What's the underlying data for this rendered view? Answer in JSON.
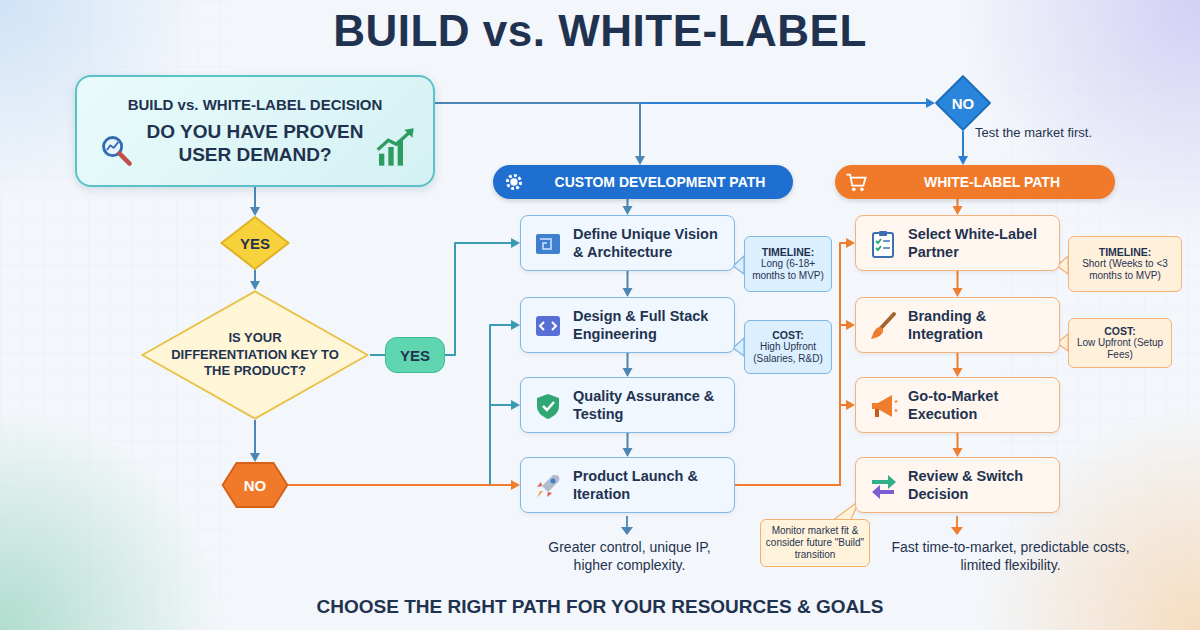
{
  "diagram": {
    "title": "BUILD vs. WHITE-LABEL",
    "caption": "CHOOSE THE RIGHT PATH FOR YOUR RESOURCES & GOALS",
    "nodes": [
      {
        "text": [
          "BUILD vs. WHITE-LABEL DECISION",
          "DO YOU HAVE PROVEN USER DEMAND?"
        ]
      },
      {
        "text": [
          "NO"
        ]
      },
      {
        "text": [
          "CUSTOM DEVELOPMENT PATH"
        ]
      },
      {
        "text": [
          "WHITE-LABEL PATH"
        ]
      },
      {
        "text": [
          "YES"
        ]
      },
      {
        "text": [
          "Define Unique Vision & Architecture"
        ]
      },
      {
        "text": [
          "TIMELINE:",
          "Long (6-18+ months to MVP)"
        ]
      },
      {
        "text": [
          "Select White-Label Partner"
        ]
      },
      {
        "text": [
          "TIMELINE:",
          "Short (Weeks to <3 months to MVP)"
        ]
      },
      {
        "text": [
          "IS YOUR DIFFERENTIATION KEY TO THE PRODUCT?"
        ]
      },
      {
        "text": [
          "YES"
        ]
      },
      {
        "text": [
          "Design & Full Stack Engineering"
        ]
      },
      {
        "text": [
          "COST:",
          "High Upfront (Salaries, R&D)"
        ]
      },
      {
        "text": [
          "Branding & Integration"
        ]
      },
      {
        "text": [
          "COST:",
          "Low Upfront (Setup Fees)"
        ]
      },
      {
        "text": [
          "Quality Assurance & Testing"
        ]
      },
      {
        "text": [
          "Go-to-Market Execution"
        ]
      },
      {
        "text": [
          "NO"
        ]
      },
      {
        "text": [
          "Product Launch & Iteration"
        ]
      },
      {
        "text": [
          "Review & Switch Decision"
        ]
      },
      {
        "text": [
          "Monitor market fit & consider future \"Build\" transition"
        ]
      }
    ],
    "edges": [
      {
        "from": 0,
        "to": 1,
        "arrow": "to"
      },
      {
        "from": 1,
        "to": 3,
        "arrow": "to"
      },
      {
        "from": 0,
        "to": 2,
        "arrow": "to"
      },
      {
        "from": 0,
        "to": 4,
        "arrow": "to"
      },
      {
        "from": 4,
        "to": 9,
        "arrow": "to"
      },
      {
        "from": 9,
        "to": 10,
        "arrow": "none"
      },
      {
        "from": 10,
        "to": 5,
        "arrow": "to"
      },
      {
        "from": 9,
        "to": 17,
        "arrow": "to"
      },
      {
        "from": 17,
        "to": 11,
        "arrow": "to"
      },
      {
        "from": 17,
        "to": 15,
        "arrow": "to"
      },
      {
        "from": 17,
        "to": 18,
        "arrow": "to"
      },
      {
        "from": 18,
        "to": 7,
        "arrow": "to"
      },
      {
        "from": 18,
        "to": 13,
        "arrow": "to"
      },
      {
        "from": 18,
        "to": 16,
        "arrow": "to"
      },
      {
        "from": 2,
        "to": 5,
        "arrow": "to"
      },
      {
        "from": 5,
        "to": 11,
        "arrow": "to"
      },
      {
        "from": 11,
        "to": 15,
        "arrow": "to"
      },
      {
        "from": 15,
        "to": 18,
        "arrow": "to"
      },
      {
        "from": 3,
        "to": 7,
        "arrow": "to"
      },
      {
        "from": 7,
        "to": 13,
        "arrow": "to"
      },
      {
        "from": 13,
        "to": 16,
        "arrow": "to"
      },
      {
        "from": 16,
        "to": 19,
        "arrow": "to"
      }
    ],
    "labels": [
      "Test the market first.",
      "Greater control, unique IP, higher complexity.",
      "Fast time-to-market, predictable costs, limited flexibility."
    ]
  }
}
